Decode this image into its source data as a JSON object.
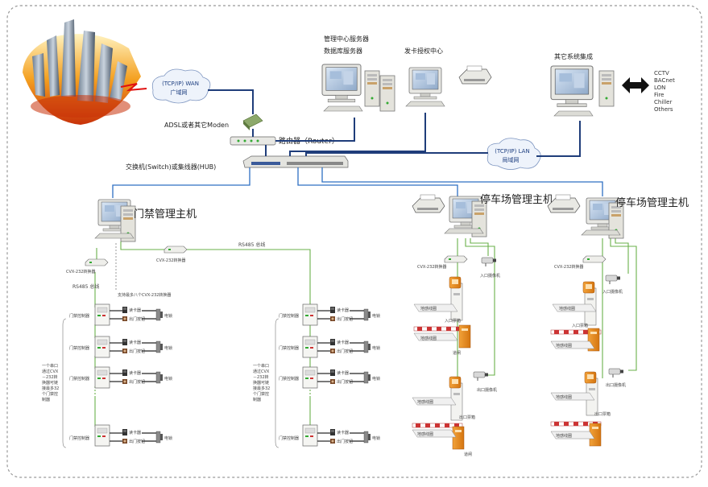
{
  "cloud_wan": {
    "line1": "(TCP/IP) WAN",
    "line2": "广域网"
  },
  "cloud_lan": {
    "line1": "(TCP/IP) LAN",
    "line2": "局域网"
  },
  "servers": {
    "line1": "管理中心服务器",
    "line2": "数据库服务器"
  },
  "card_center": "发卡授权中心",
  "integration": "其它系统集成",
  "protocols": [
    "CCTV",
    "BACnet",
    "LON",
    "Fire",
    "Chiller",
    "Others"
  ],
  "adsl": "ADSL或者其它Moden",
  "router": "路由器（Router）",
  "switch": "交换机(Switch)或集线器(HUB)",
  "access_host": "门禁管理主机",
  "parking_host_1": "停车场管理主机",
  "parking_host_2": "停车场管理主机",
  "rs485_top": "RS485 总线",
  "rs485_left": "RS485 总线",
  "cvx_left": "CVX-232转换器",
  "cvx_mid": "CVX-232转换器",
  "cvx_p1": "CVX-232转换器",
  "cvx_p2": "CVX-232转换器",
  "support_note": "支持最多八个CVX-232转换器",
  "note_left": [
    "一个串口",
    "通过CVX",
    "－232转",
    "换器可链",
    "接最多32",
    "个门禁控",
    "制器"
  ],
  "note_mid": [
    "一个串口",
    "通过CVX",
    "－232转",
    "换器可链",
    "接最多32",
    "个门禁控",
    "制器"
  ],
  "controller": "门禁控制器",
  "card_reader": "读卡器",
  "exit_button": "出门按钮",
  "elock": "电锁",
  "loop": "地感线圈",
  "entry_camera": "入口摄像机",
  "exit_camera": "出口摄像机",
  "entry_box": "入口票箱",
  "exit_box": "出口票箱",
  "gate": "道闸"
}
